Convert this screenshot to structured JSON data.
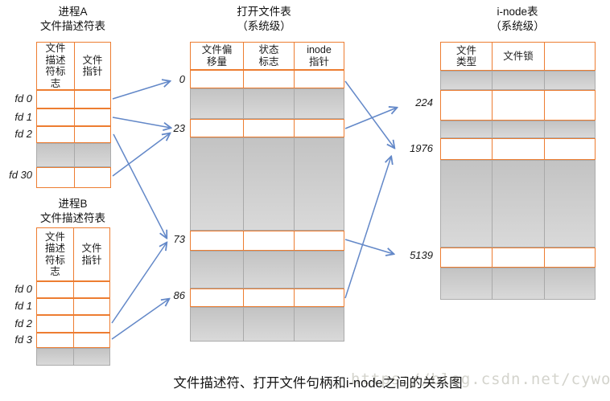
{
  "figure": {
    "caption": "文件描述符、打开文件句柄和i-node之间的关系图",
    "watermark": "https://blog.csdn.net/cywosp"
  },
  "process_a_table": {
    "title": "进程A\n文件描述符表",
    "headers": [
      "文件\n描述\n符标\n志",
      "文件\n指针"
    ],
    "row_labels": [
      "fd 0",
      "fd 1",
      "fd 2",
      "fd 30"
    ]
  },
  "process_b_table": {
    "title": "进程B\n文件描述符表",
    "headers": [
      "文件\n描述\n符标\n志",
      "文件\n指针"
    ],
    "row_labels": [
      "fd 0",
      "fd 1",
      "fd 2",
      "fd 3"
    ]
  },
  "open_file_table": {
    "title": "打开文件表\n（系统级）",
    "headers": [
      "文件偏\n移量",
      "状态\n标志",
      "inode\n指针"
    ],
    "row_labels": [
      "0",
      "23",
      "73",
      "86"
    ]
  },
  "inode_table": {
    "title": "i-node表\n（系统级）",
    "headers": [
      "文件\n类型",
      "文件锁",
      ""
    ],
    "row_labels": [
      "224",
      "1976",
      "5139"
    ]
  },
  "connections": [
    {
      "from": "process A fd 0",
      "to": "open file table row 0"
    },
    {
      "from": "process A fd 1",
      "to": "open file table row 23"
    },
    {
      "from": "process A fd 2",
      "to": "open file table row 73"
    },
    {
      "from": "process A fd 30",
      "to": "open file table row 23"
    },
    {
      "from": "process B fd 2",
      "to": "open file table row 73"
    },
    {
      "from": "process B fd 3",
      "to": "open file table row 86"
    },
    {
      "from": "open file table row 0",
      "to": "i-node 1976"
    },
    {
      "from": "open file table row 23",
      "to": "i-node 224"
    },
    {
      "from": "open file table row 73",
      "to": "i-node 5139"
    },
    {
      "from": "open file table row 86",
      "to": "i-node 1976"
    }
  ],
  "colors": {
    "table_border": "#ED7D31",
    "arrow": "#6388C8",
    "gray_fill": "#c9c9c9",
    "watermark_gray": "#d4d4cd"
  }
}
